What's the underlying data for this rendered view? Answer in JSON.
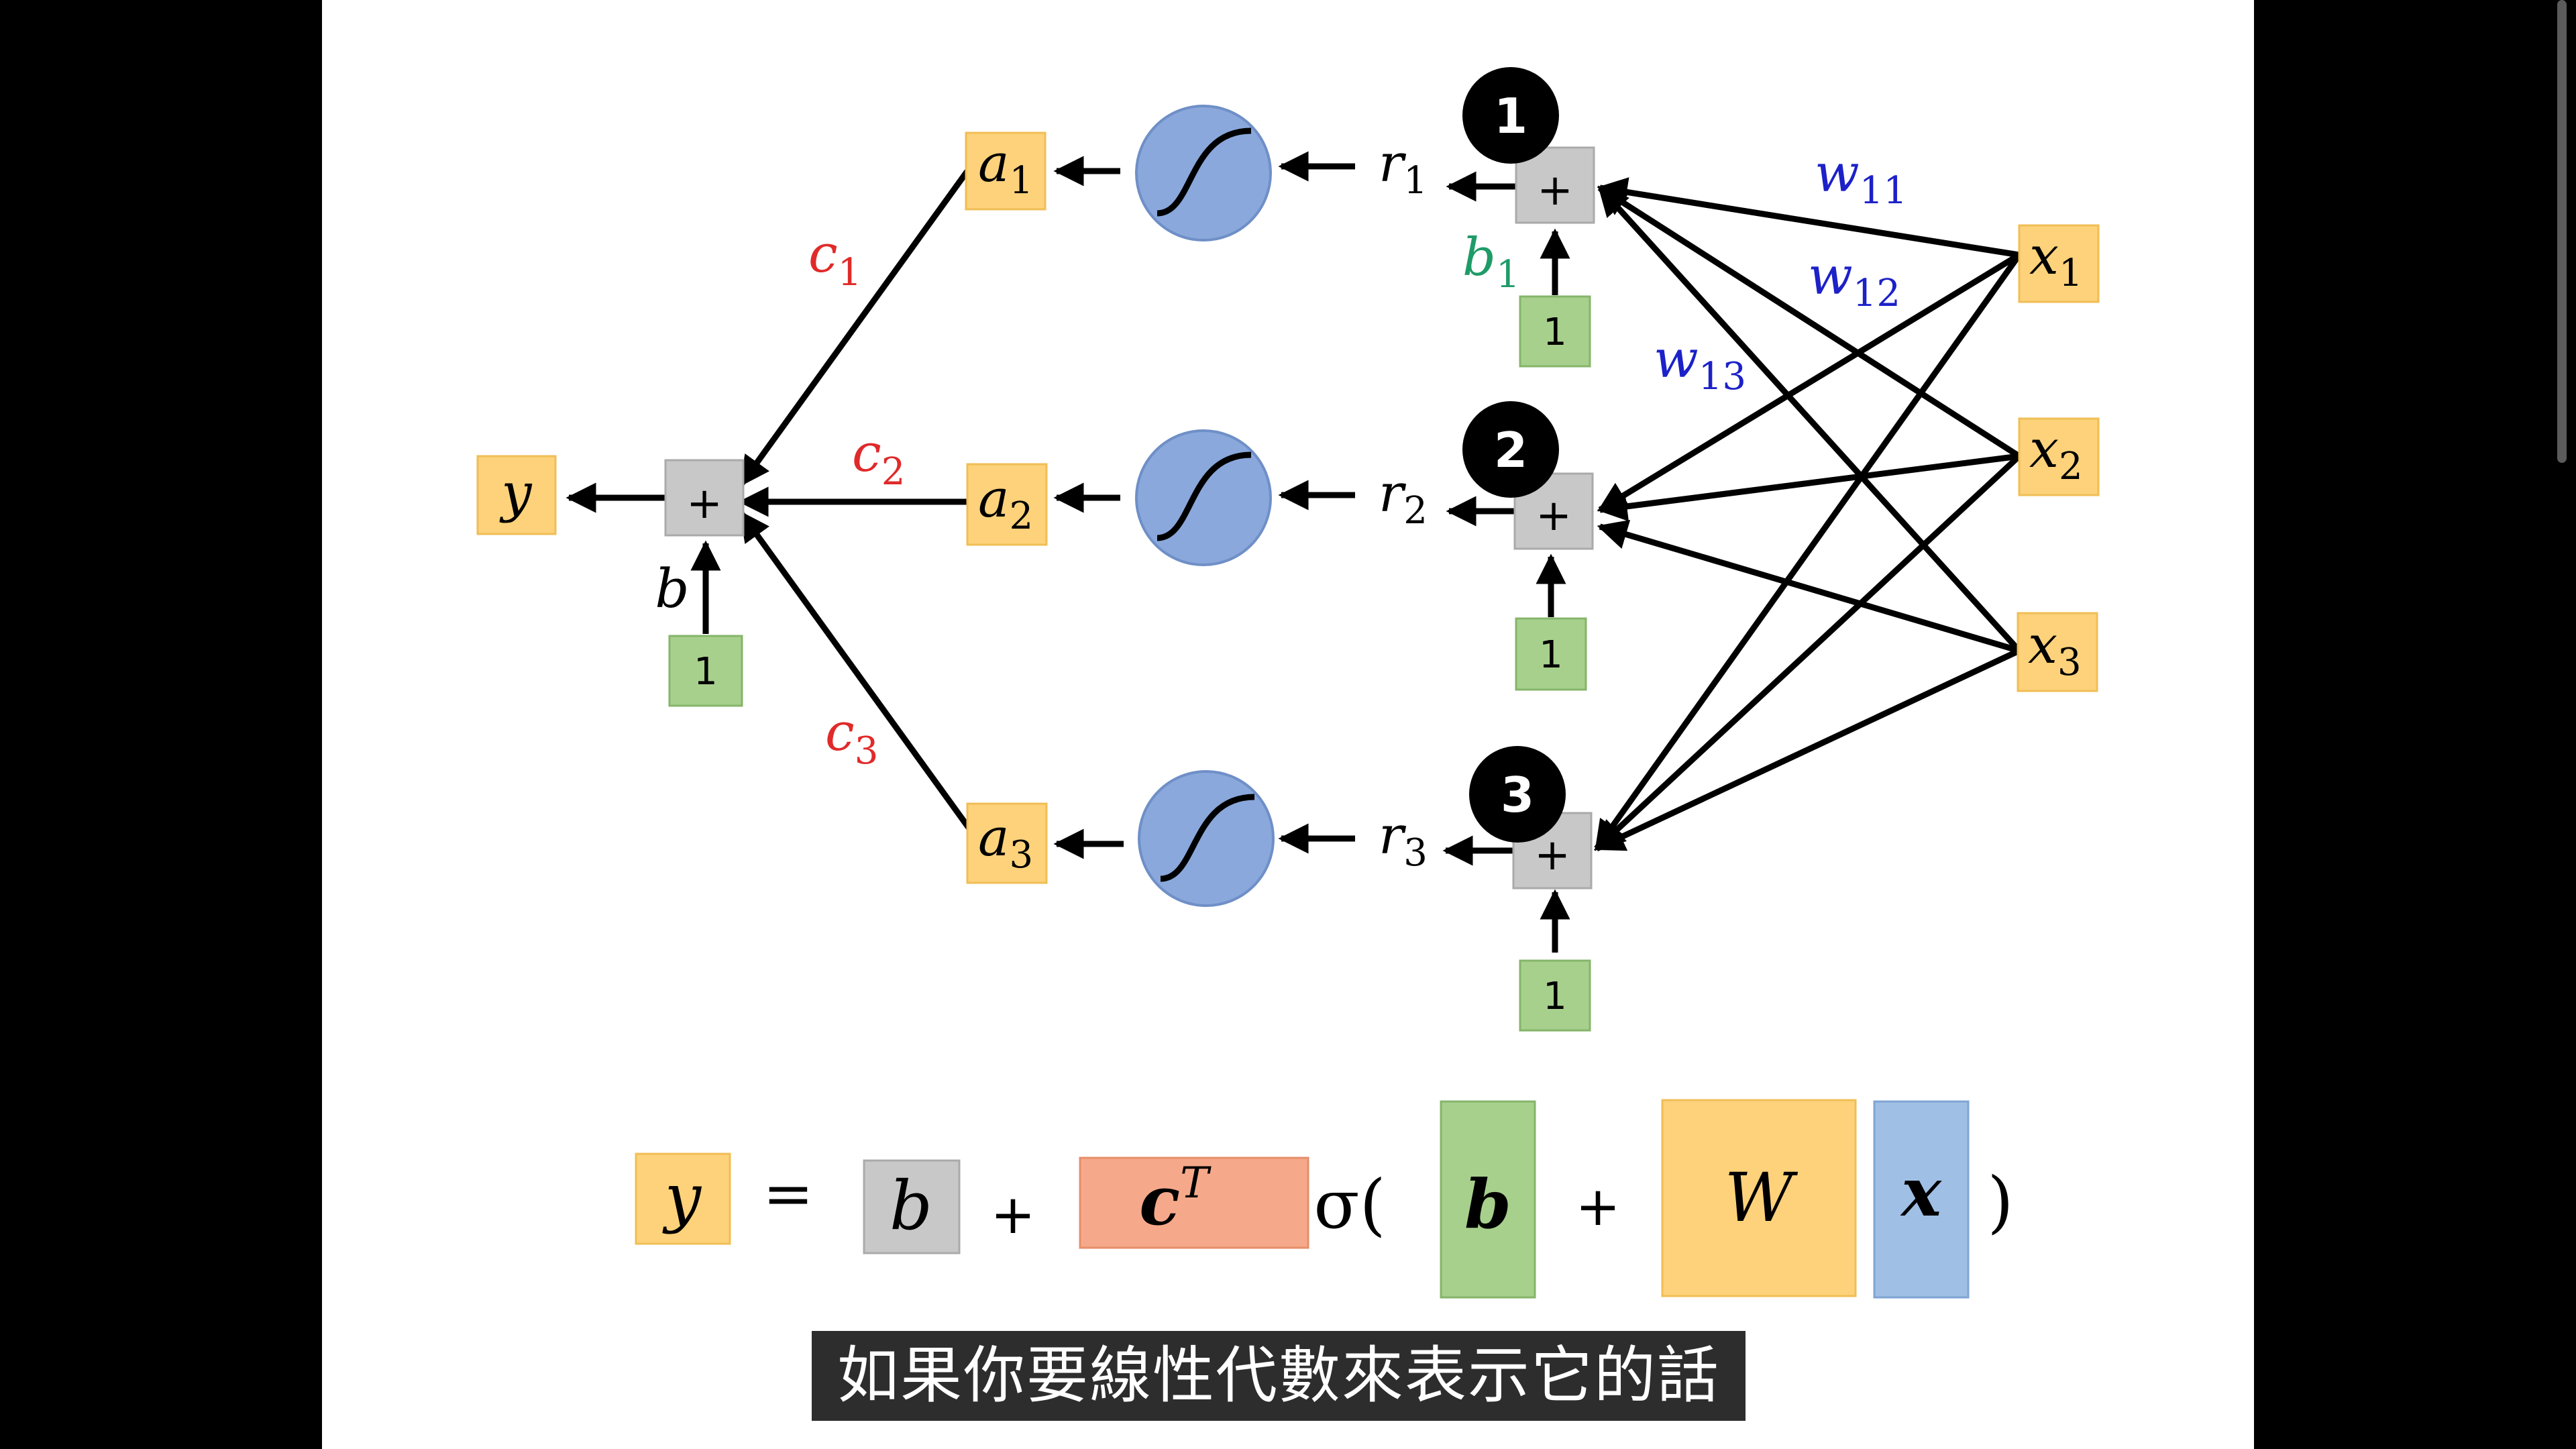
{
  "diagram": {
    "output": {
      "y": "y",
      "bias_label": "b",
      "one": "1"
    },
    "hidden": [
      {
        "badge": "1",
        "a": "a",
        "a_sub": "1",
        "r": "r",
        "r_sub": "1",
        "c": "c",
        "c_sub": "1",
        "one": "1",
        "b": "b",
        "b_sub": "1"
      },
      {
        "badge": "2",
        "a": "a",
        "a_sub": "2",
        "r": "r",
        "r_sub": "2",
        "c": "c",
        "c_sub": "2",
        "one": "1"
      },
      {
        "badge": "3",
        "a": "a",
        "a_sub": "3",
        "r": "r",
        "r_sub": "3",
        "c": "c",
        "c_sub": "3",
        "one": "1"
      }
    ],
    "inputs": [
      {
        "x": "x",
        "sub": "1"
      },
      {
        "x": "x",
        "sub": "2"
      },
      {
        "x": "x",
        "sub": "3"
      }
    ],
    "weights": [
      {
        "w": "w",
        "sub": "11"
      },
      {
        "w": "w",
        "sub": "12"
      },
      {
        "w": "w",
        "sub": "13"
      }
    ],
    "plus": "+"
  },
  "equation": {
    "y": "y",
    "eq": "=",
    "b_scalar": "b",
    "plus1": "+",
    "c": "c",
    "c_sup": "T",
    "sigma_open": "σ(",
    "b_vec": "b",
    "plus2": "+",
    "W": "W",
    "x_vec": "x",
    "close": ")"
  },
  "subtitle": "如果你要線性代數來表示它的話",
  "colors": {
    "yellow": "#fdd27b",
    "gray": "#c8c8c8",
    "green": "#a8d08d",
    "blue": "#9fbfe4",
    "salmon": "#f6a98a",
    "sigmoid": "#8aa8dc",
    "c_label": "#e02a2a",
    "b1_label": "#1f9b68",
    "w_label": "#1c21c8"
  }
}
